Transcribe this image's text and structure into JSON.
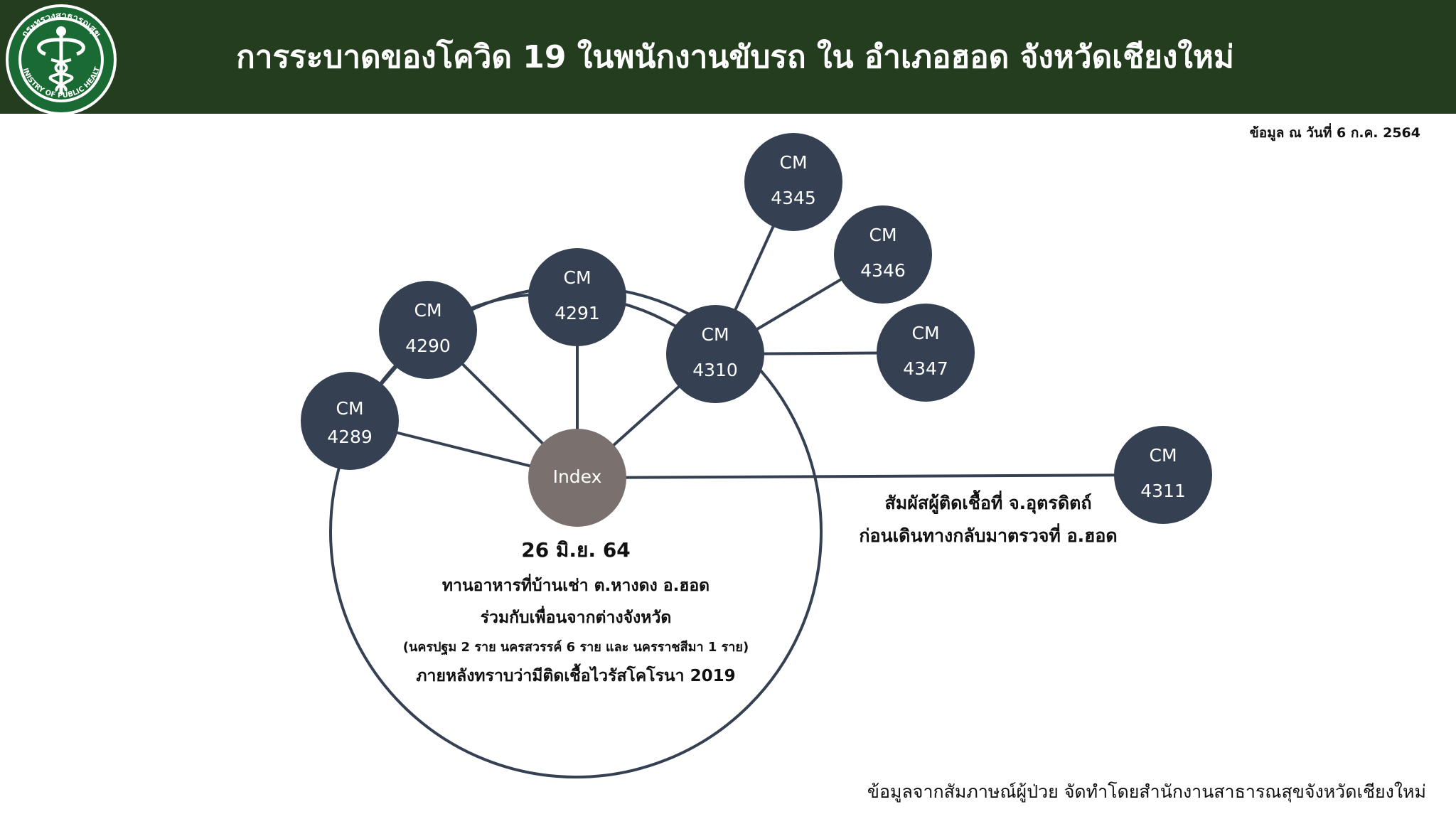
{
  "header": {
    "title": "การระบาดของโควิด 19 ในพนักงานขับรถ ใน อำเภอฮอด จังหวัดเชียงใหม่",
    "logo": {
      "icon": "ministry-of-public-health-logo",
      "top_text": "กระทรวงสาธารณสุข",
      "bottom_text": "MINISTRY OF PUBLIC HEALTH",
      "color": "#1a6a33"
    }
  },
  "date_note": "ข้อมูล ณ วันที่ 6 ก.ค. 2564",
  "colors": {
    "header_bg": "#243d1f",
    "node": "#354052",
    "index_node": "#7a716f",
    "line": "#354052"
  },
  "nodes": {
    "index": {
      "label": "Index"
    },
    "cm4289": {
      "line1": "CM",
      "line2": "4289"
    },
    "cm4290": {
      "line1": "CM",
      "line2": "4290"
    },
    "cm4291": {
      "line1": "CM",
      "line2": "4291"
    },
    "cm4310": {
      "line1": "CM",
      "line2": "4310"
    },
    "cm4345": {
      "line1": "CM",
      "line2": "4345"
    },
    "cm4346": {
      "line1": "CM",
      "line2": "4346"
    },
    "cm4347": {
      "line1": "CM",
      "line2": "4347"
    },
    "cm4311": {
      "line1": "CM",
      "line2": "4311"
    }
  },
  "event_circle": {
    "date": "26 มิ.ย. 64",
    "line1": "ทานอาหารที่บ้านเช่า ต.หางดง อ.ฮอด",
    "line2": "ร่วมกับเพื่อนจากต่างจังหวัด",
    "line3": "(นครปฐม 2 ราย นครสวรรค์ 6 ราย และ นครราชสีมา 1 ราย)",
    "line4": "ภายหลังทราบว่ามีติดเชื้อไวรัสโคโรนา 2019"
  },
  "contact_note": {
    "line1": "สัมผัสผู้ติดเชื้อที่ จ.อุตรดิตถ์",
    "line2": "ก่อนเดินทางกลับมาตรวจที่ อ.ฮอด"
  },
  "footer_note": "ข้อมูลจากสัมภาษณ์ผู้ป่วย จัดทำโดยสำนักงานสาธารณสุขจังหวัดเชียงใหม่"
}
